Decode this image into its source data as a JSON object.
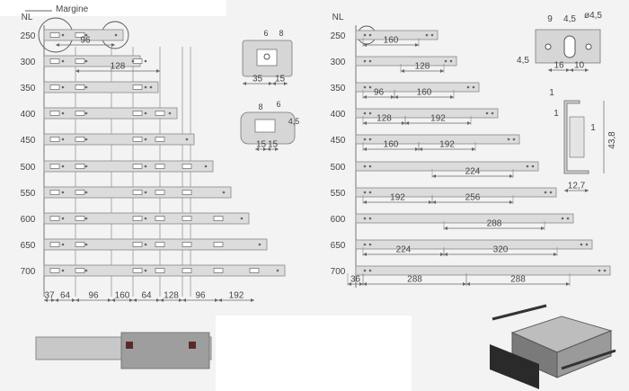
{
  "margine_label": "Margine",
  "left_panel": {
    "header": "NL",
    "lengths": [
      "250",
      "300",
      "350",
      "400",
      "450",
      "500",
      "550",
      "600",
      "650",
      "700"
    ],
    "top_dim": "96",
    "row_dim": "128",
    "bottom_dims": [
      "37",
      "64",
      "96",
      "160",
      "64",
      "128",
      "96",
      "192"
    ]
  },
  "mid_details": {
    "top_dims": [
      "6",
      "8",
      "35",
      "15"
    ],
    "bottom_dims": [
      "8",
      "6",
      "4,5",
      "15",
      "15"
    ]
  },
  "right_panel": {
    "header": "NL",
    "lengths": [
      "250",
      "300",
      "350",
      "400",
      "450",
      "500",
      "550",
      "600",
      "650",
      "700"
    ],
    "row_dims": [
      [
        "160"
      ],
      [
        "128"
      ],
      [
        "96",
        "160"
      ],
      [
        "128",
        "192"
      ],
      [
        "160",
        "192"
      ],
      [
        "224"
      ],
      [
        "192",
        "256"
      ],
      [
        "288"
      ],
      [
        "224",
        "320"
      ],
      [
        "36",
        "288",
        "288"
      ]
    ]
  },
  "hole_detail": {
    "dims": [
      "9",
      "4,5",
      "ø4,5",
      "4,5",
      "16",
      "10"
    ]
  },
  "profile_detail": {
    "dims": [
      "1",
      "1",
      "1",
      "43,8",
      "12,7"
    ]
  }
}
